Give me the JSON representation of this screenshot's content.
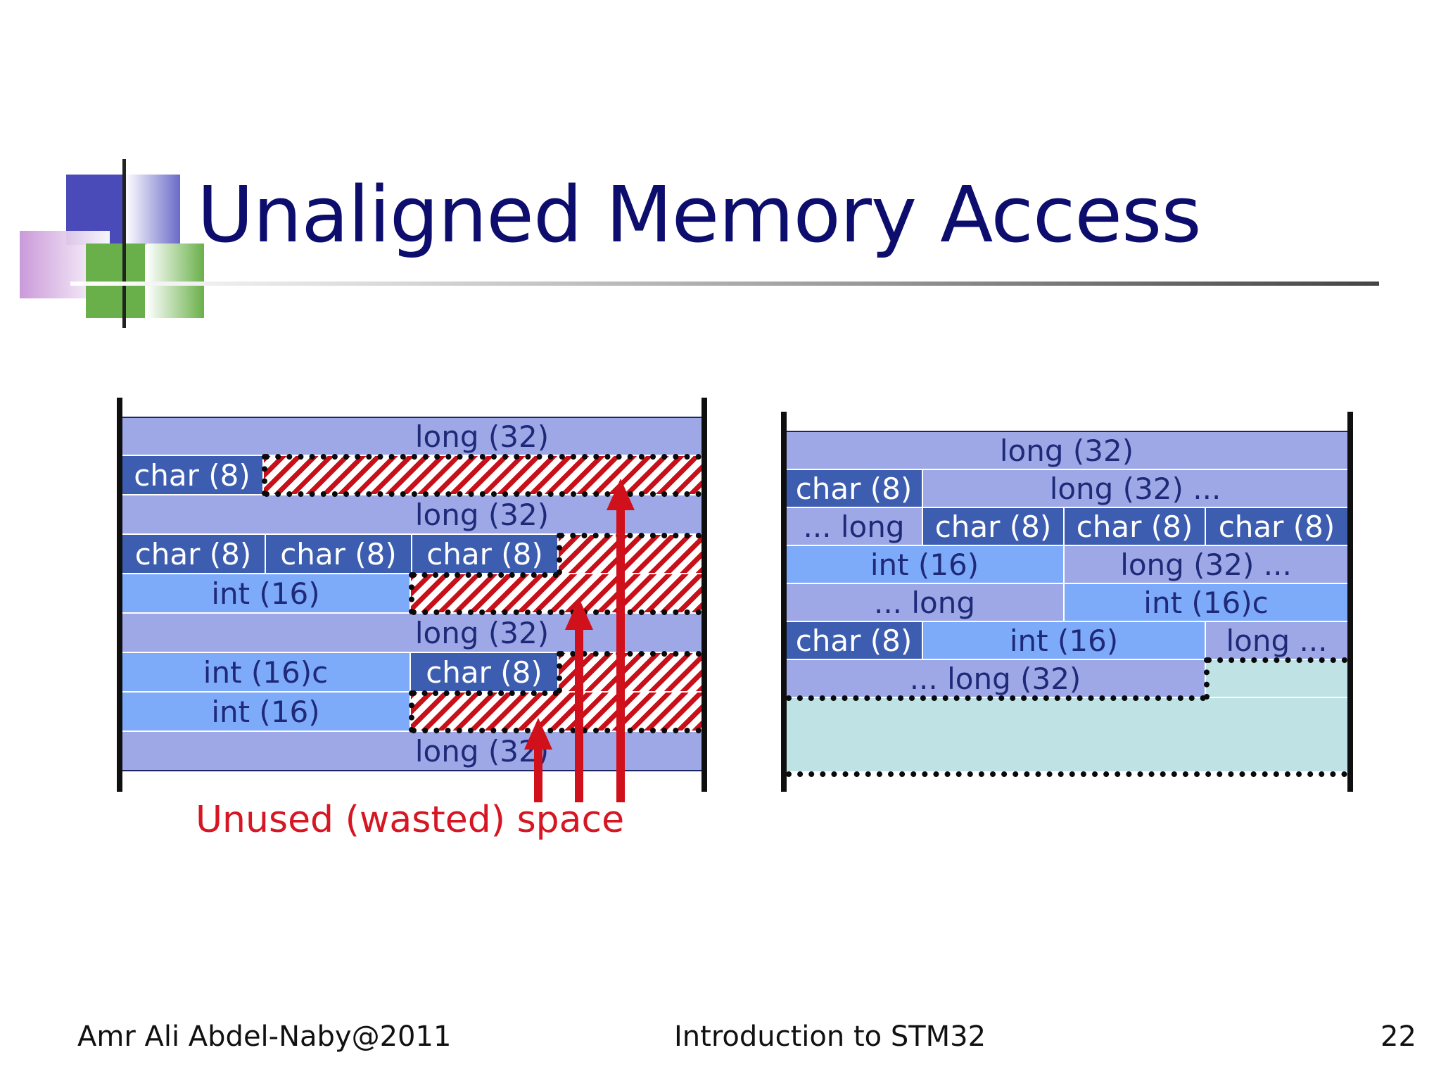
{
  "slide": {
    "title": "Unaligned Memory Access",
    "footer_left": "Amr Ali Abdel-Naby@2011",
    "footer_center": "Introduction to STM32",
    "page_number": "22"
  },
  "left_diagram": {
    "caption": "Unused (wasted) space",
    "rows": [
      [
        "long (32)"
      ],
      [
        "char (8)"
      ],
      [
        "long (32)"
      ],
      [
        "char (8)",
        "char (8)",
        "char (8)"
      ],
      [
        "int (16)"
      ],
      [
        "long (32)"
      ],
      [
        "int (16)c",
        "char (8)"
      ],
      [
        "int (16)"
      ],
      [
        "long (32)"
      ]
    ]
  },
  "right_diagram": {
    "rows": [
      [
        "long (32)"
      ],
      [
        "char (8)",
        "long (32) ..."
      ],
      [
        "... long",
        "char (8)",
        "char (8)",
        "char (8)"
      ],
      [
        "int (16)",
        "long (32) ..."
      ],
      [
        "... long",
        "int (16)c"
      ],
      [
        "char (8)",
        "int (16)",
        "long ..."
      ],
      [
        "... long (32)"
      ]
    ]
  },
  "colors": {
    "title": "#0d0d6e",
    "long_block": "#9ea8e6",
    "char_block": "#3d5db0",
    "int_block": "#7eaafa",
    "wasted": "#c8101a",
    "free_space": "#bfe3e4",
    "caption": "#d61622"
  }
}
